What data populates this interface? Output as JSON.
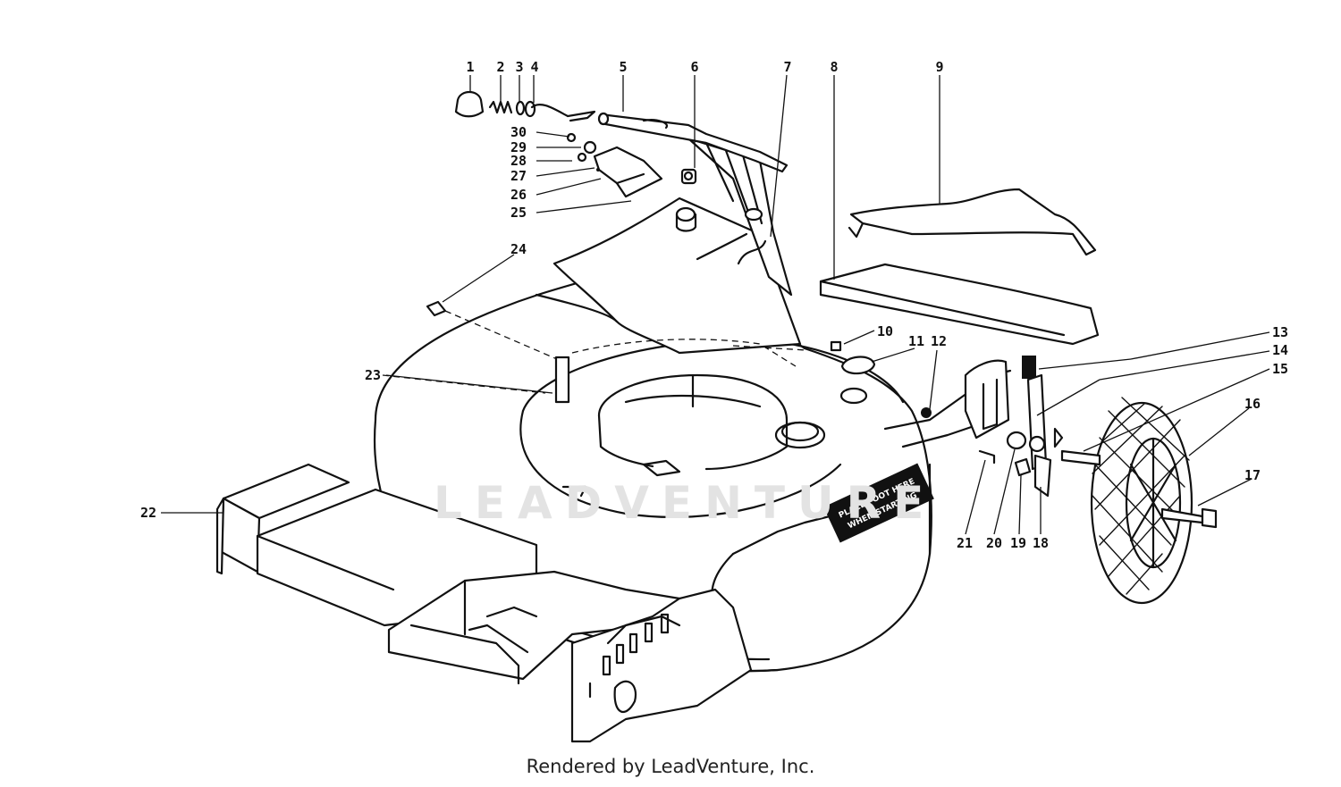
{
  "watermark": "LEADVENTURE",
  "footer": "Rendered by LeadVenture, Inc.",
  "decal": {
    "line1": "PLACE FOOT HERE",
    "line2": "WHEN STARTING"
  },
  "callouts": [
    "1",
    "2",
    "3",
    "4",
    "5",
    "6",
    "7",
    "8",
    "9",
    "10",
    "11",
    "12",
    "13",
    "14",
    "15",
    "16",
    "17",
    "18",
    "19",
    "20",
    "21",
    "22",
    "23",
    "24",
    "25",
    "26",
    "27",
    "28",
    "29",
    "30"
  ]
}
